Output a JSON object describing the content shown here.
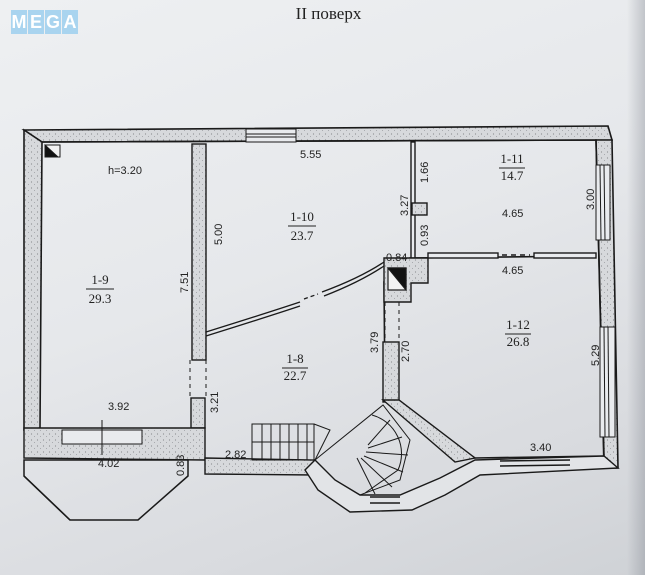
{
  "watermark": {
    "letters": [
      "M",
      "E",
      "G",
      "A"
    ],
    "color": "#a9d4ef"
  },
  "title": "II поверх",
  "ceiling_height": "h=3.20",
  "rooms": [
    {
      "id": "1-9",
      "area": "29.3"
    },
    {
      "id": "1-10",
      "area": "23.7"
    },
    {
      "id": "1-11",
      "area": "14.7"
    },
    {
      "id": "1-12",
      "area": "26.8"
    },
    {
      "id": "1-8",
      "area": "22.7"
    }
  ],
  "dimensions": {
    "d555": "5.55",
    "d500": "5.00",
    "d751": "7.51",
    "d327": "3.27",
    "d166": "1.66",
    "d093": "0.93",
    "d084": "0.84",
    "d465a": "4.65",
    "d465b": "4.65",
    "d300": "3.00",
    "d379": "3.79",
    "d270": "2.70",
    "d529": "5.29",
    "d321": "3.21",
    "d392": "3.92",
    "d402": "4.02",
    "d083": "0.83",
    "d282": "2.82",
    "d340": "3.40"
  }
}
